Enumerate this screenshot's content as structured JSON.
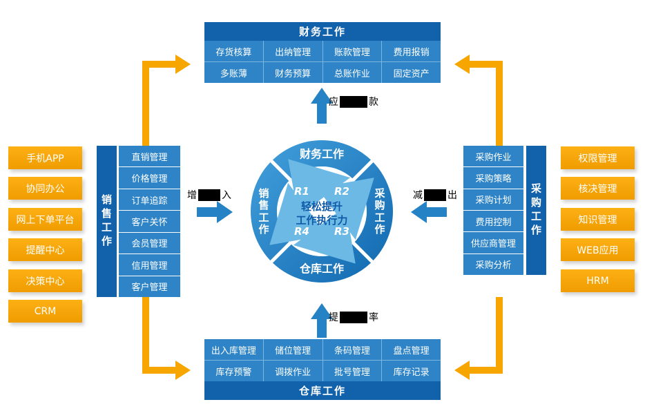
{
  "colors": {
    "header_blue": "#1161ab",
    "panel_blue": "#2e84c6",
    "ring_blue": "#2080c4",
    "cycle_arrow_blue": "#6db9e6",
    "accent_orange": "#f7a600"
  },
  "finance": {
    "title": "财务工作",
    "rows": [
      [
        "存货核算",
        "出纳管理",
        "账款管理",
        "费用报销"
      ],
      [
        "多账薄",
        "财务预算",
        "总账作业",
        "固定资产"
      ]
    ]
  },
  "warehouse": {
    "title": "仓库工作",
    "rows": [
      [
        "出入库管理",
        "储位管理",
        "条码管理",
        "盘点管理"
      ],
      [
        "库存预警",
        "调拨作业",
        "批号管理",
        "库存记录"
      ]
    ]
  },
  "sales": {
    "title": "销售工作",
    "items": [
      "直销管理",
      "价格管理",
      "订单追踪",
      "客户关怀",
      "会员管理",
      "信用管理",
      "客户管理"
    ]
  },
  "procurement": {
    "title": "采购工作",
    "items": [
      "采购作业",
      "采购策略",
      "采购计划",
      "费用控制",
      "供应商管理",
      "采购分析"
    ]
  },
  "left_apps": [
    "手机APP",
    "协同办公",
    "网上下单平台",
    "提醒中心",
    "决策中心",
    "CRM"
  ],
  "right_apps": [
    "权限管理",
    "核决管理",
    "知识管理",
    "WEB应用",
    "HRM"
  ],
  "center": {
    "top_label": "财务工作",
    "bottom_label": "仓库工作",
    "left_chars": [
      "销",
      "售",
      "工",
      "作"
    ],
    "right_chars": [
      "采",
      "购",
      "工",
      "作"
    ],
    "r_labels": [
      "R1",
      "R2",
      "R3",
      "R4"
    ],
    "line1": "轻松提升",
    "line2": "工作执行力"
  },
  "flow_labels": {
    "top": {
      "pre": "应",
      "post": "款"
    },
    "left": {
      "pre": "增",
      "post": "入"
    },
    "right": {
      "pre": "减",
      "post": "出"
    },
    "bottom": {
      "pre": "提",
      "post": "率"
    }
  }
}
